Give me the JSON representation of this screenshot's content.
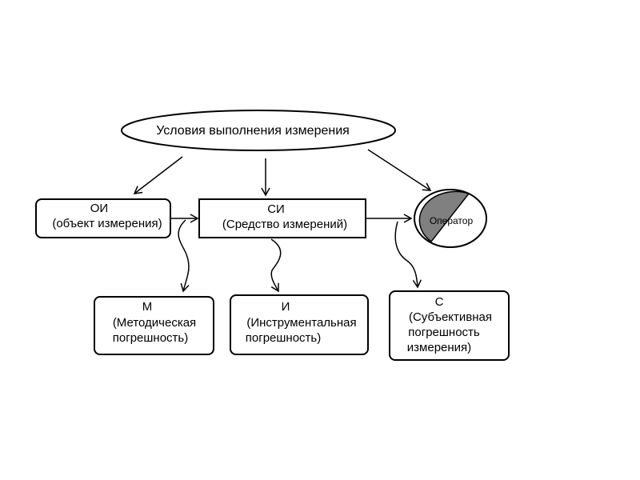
{
  "conditions": {
    "label": "Условия выполнения измерения"
  },
  "object": {
    "line1": "ОИ",
    "line2": "(объект измерения)"
  },
  "instrument": {
    "line1": "СИ",
    "line2": "(Средство измерений)"
  },
  "operator": {
    "label": "Оператор",
    "fill_color": "#808080"
  },
  "method_error": {
    "line1": "М",
    "line2": "(Методическая",
    "line3": "погрешность)"
  },
  "instrument_error": {
    "line1": "И",
    "line2": "(Инструментальная",
    "line3": "погрешность)"
  },
  "subjective_error": {
    "line1": "С",
    "line2": "(Субъективная",
    "line3": "погрешность",
    "line4": "измерения)"
  }
}
